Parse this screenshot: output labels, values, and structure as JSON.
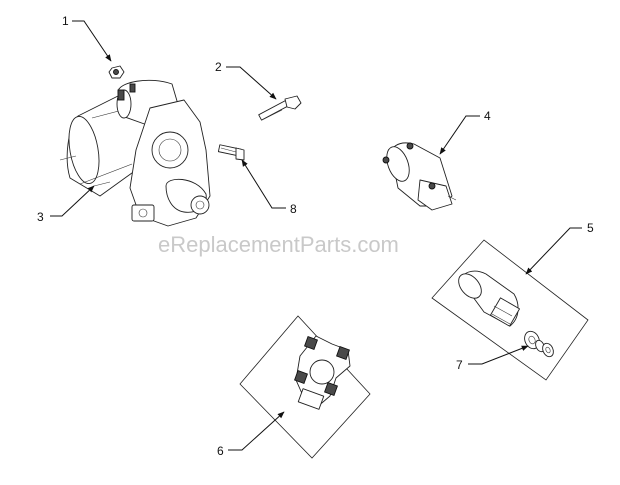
{
  "watermark": "eReplacementParts.com",
  "callouts": [
    {
      "id": "1",
      "label": "1"
    },
    {
      "id": "2",
      "label": "2"
    },
    {
      "id": "3",
      "label": "3"
    },
    {
      "id": "4",
      "label": "4"
    },
    {
      "id": "5",
      "label": "5"
    },
    {
      "id": "6",
      "label": "6"
    },
    {
      "id": "7",
      "label": "7"
    },
    {
      "id": "8",
      "label": "8"
    }
  ]
}
